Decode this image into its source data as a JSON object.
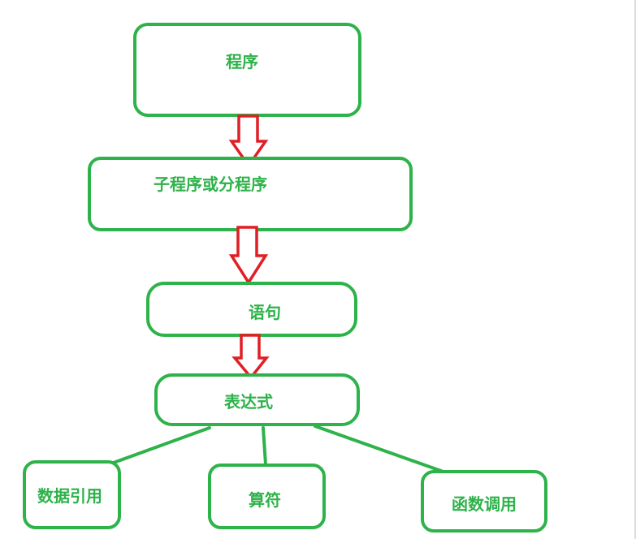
{
  "diagram": {
    "nodes": {
      "program": "程序",
      "subprogram": "子程序或分程序",
      "statement": "语句",
      "expression": "表达式",
      "data_reference": "数据引用",
      "operator": "算符",
      "function_call": "函数调用"
    },
    "colors": {
      "box_stroke": "#2eb24a",
      "label_text": "#2eb24a",
      "arrow_stroke": "#e01e25",
      "background": "#ffffff"
    },
    "flow": [
      "program",
      "subprogram",
      "statement",
      "expression"
    ],
    "branches": [
      "data_reference",
      "operator",
      "function_call"
    ]
  }
}
